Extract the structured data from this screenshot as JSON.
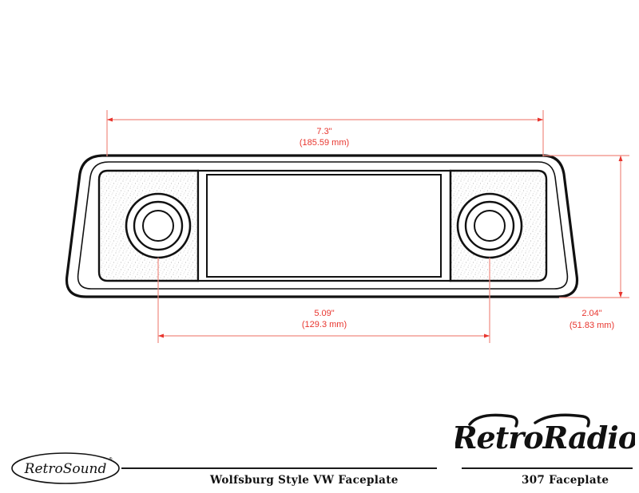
{
  "dimensions": {
    "overall_width": {
      "inches": "7.3\"",
      "mm": "(185.59 mm)"
    },
    "knob_spacing": {
      "inches": "5.09\"",
      "mm": "(129.3 mm)"
    },
    "overall_height": {
      "inches": "2.04\"",
      "mm": "(51.83 mm)"
    }
  },
  "footer": {
    "product_name": "Wolfsburg Style VW Faceplate",
    "model_name": "307 Faceplate"
  },
  "logos": {
    "left_brand": "RetroSound",
    "right_brand": "RetroRadio"
  },
  "colors": {
    "dimension_line": "#f08a80",
    "dimension_text": "#e8352e",
    "outline": "#111111",
    "stipple": "#8a8a8a"
  }
}
